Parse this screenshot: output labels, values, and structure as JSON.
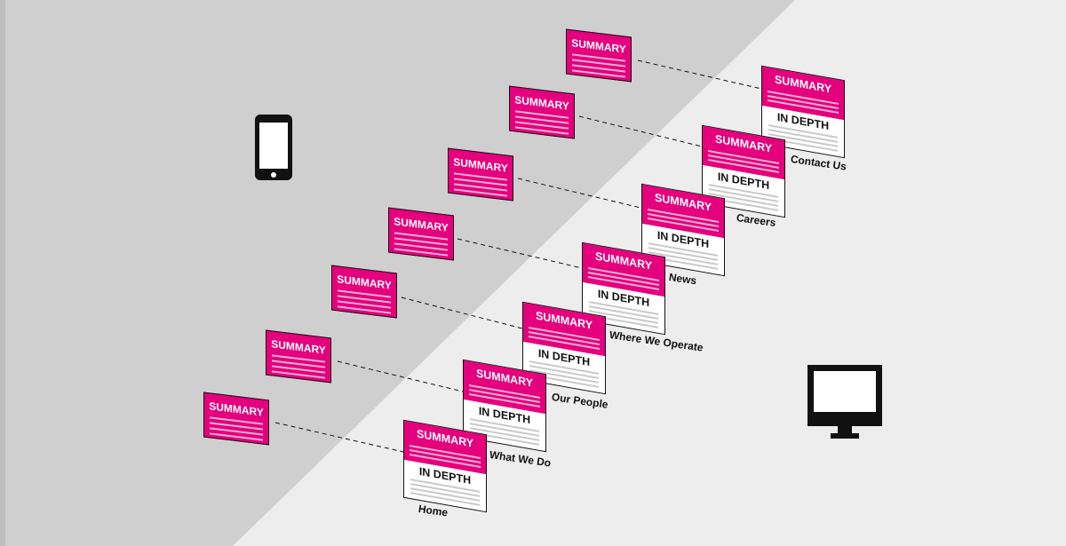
{
  "colors": {
    "accent": "#e5007d",
    "dark_region": "#cfcfcf",
    "light_region": "#ededed"
  },
  "icons": {
    "mobile": "phone-icon",
    "desktop": "monitor-icon"
  },
  "summary_label": "SUMMARY",
  "in_depth_label": "IN DEPTH",
  "pages": [
    {
      "name": "Home"
    },
    {
      "name": "What We Do"
    },
    {
      "name": "Our People"
    },
    {
      "name": "Where We Operate"
    },
    {
      "name": "News"
    },
    {
      "name": "Careers"
    },
    {
      "name": "Contact Us"
    }
  ]
}
